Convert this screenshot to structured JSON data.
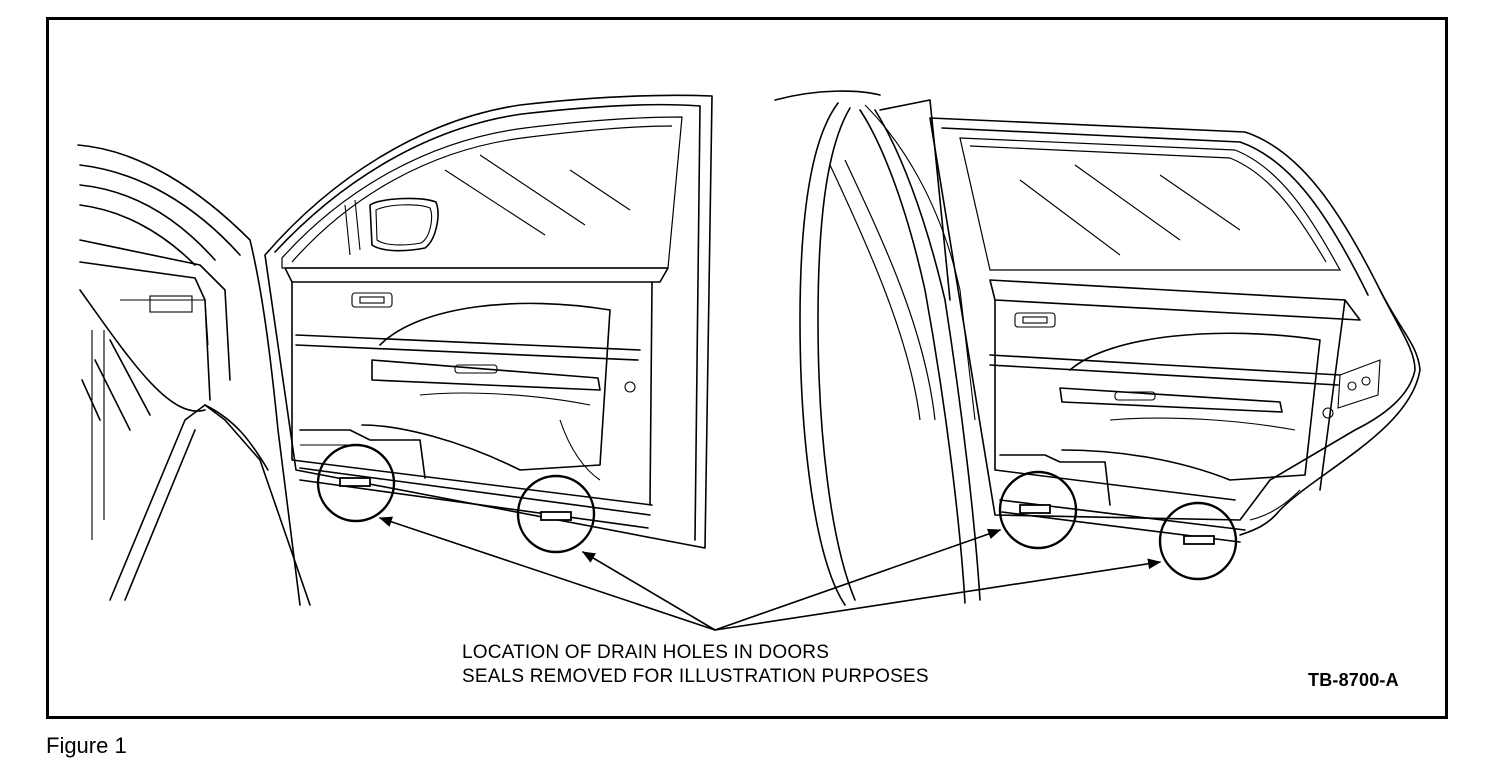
{
  "callout": {
    "line1": "LOCATION OF DRAIN HOLES IN DOORS",
    "line2": "SEALS REMOVED FOR ILLUSTRATION PURPOSES"
  },
  "figure_id": "TB-8700-A",
  "caption": "Figure 1"
}
